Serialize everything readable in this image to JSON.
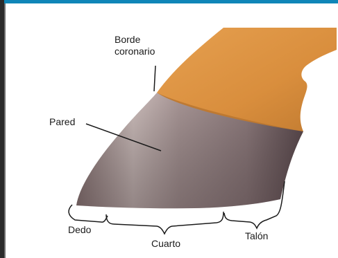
{
  "diagram": {
    "labels": {
      "coronary_band_line1": "Borde",
      "coronary_band_line2": "coronario",
      "wall": "Pared",
      "toe": "Dedo",
      "quarter": "Cuarto",
      "heel": "Talón"
    },
    "colors": {
      "pastern": "#d98e3d",
      "coronary_band": "#c77e32",
      "hoof_wall": "#9a8585",
      "hoof_highlight": "#cbbcba",
      "heel_shadow": "#5b4a4e",
      "frame_top": "#0f86b8",
      "frame_left": "#2b2b2b",
      "lines": "#1a1a1a"
    }
  }
}
